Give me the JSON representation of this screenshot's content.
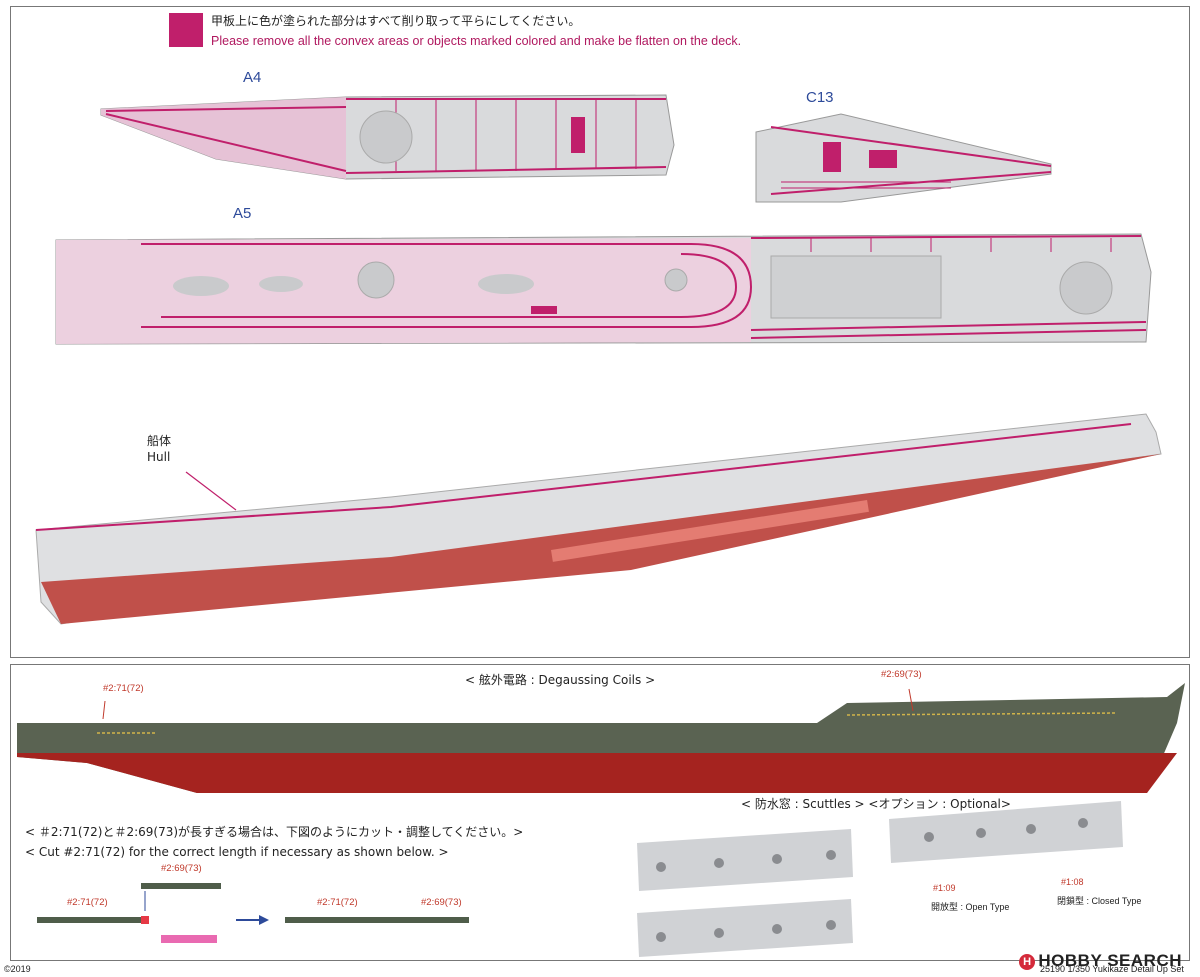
{
  "top": {
    "note_jp": "甲板上に色が塗られた部分はすべて削り取って平らにしてください。",
    "note_en": "Please remove all the convex areas or objects marked colored and make be flatten on the deck.",
    "parts": {
      "a4": "A4",
      "c13": "C13",
      "a5": "A5"
    },
    "hull_jp": "船体",
    "hull_en": "Hull"
  },
  "bottom": {
    "title": "<  舷外電路 : Degaussing Coils  >",
    "coil_left": "#2:71(72)",
    "coil_right": "#2:69(73)",
    "cut_jp": "< ＃2:71(72)と＃2:69(73)が長すぎる場合は、下図のようにカット・調整してください。>",
    "cut_en": "< Cut #2:71(72) for the correct length if necessary as shown below. >",
    "diag_top": "#2:69(73)",
    "diag_left": "#2:71(72)",
    "diag_res_left": "#2:71(72)",
    "diag_res_right": "#2:69(73)",
    "scuttles_title": "<  防水窓 : Scuttles >  <オプション : Optional>",
    "part_open": "#1:09",
    "part_closed": "#1:08",
    "open_type": "開放型 : Open Type",
    "closed_type": "閉鎖型 : Closed Type"
  },
  "footer": {
    "copyright": "©2019",
    "product": "25190   1/350 Yukikaze Detail Up Set",
    "logo": "HOBBY SEARCH"
  },
  "colors": {
    "accent": "#c01f6b",
    "deck_gray": "#d9dadc",
    "hull_red": "#b94a48",
    "coil_green": "#4f5d4a",
    "label_blue": "#2d4a9a"
  }
}
